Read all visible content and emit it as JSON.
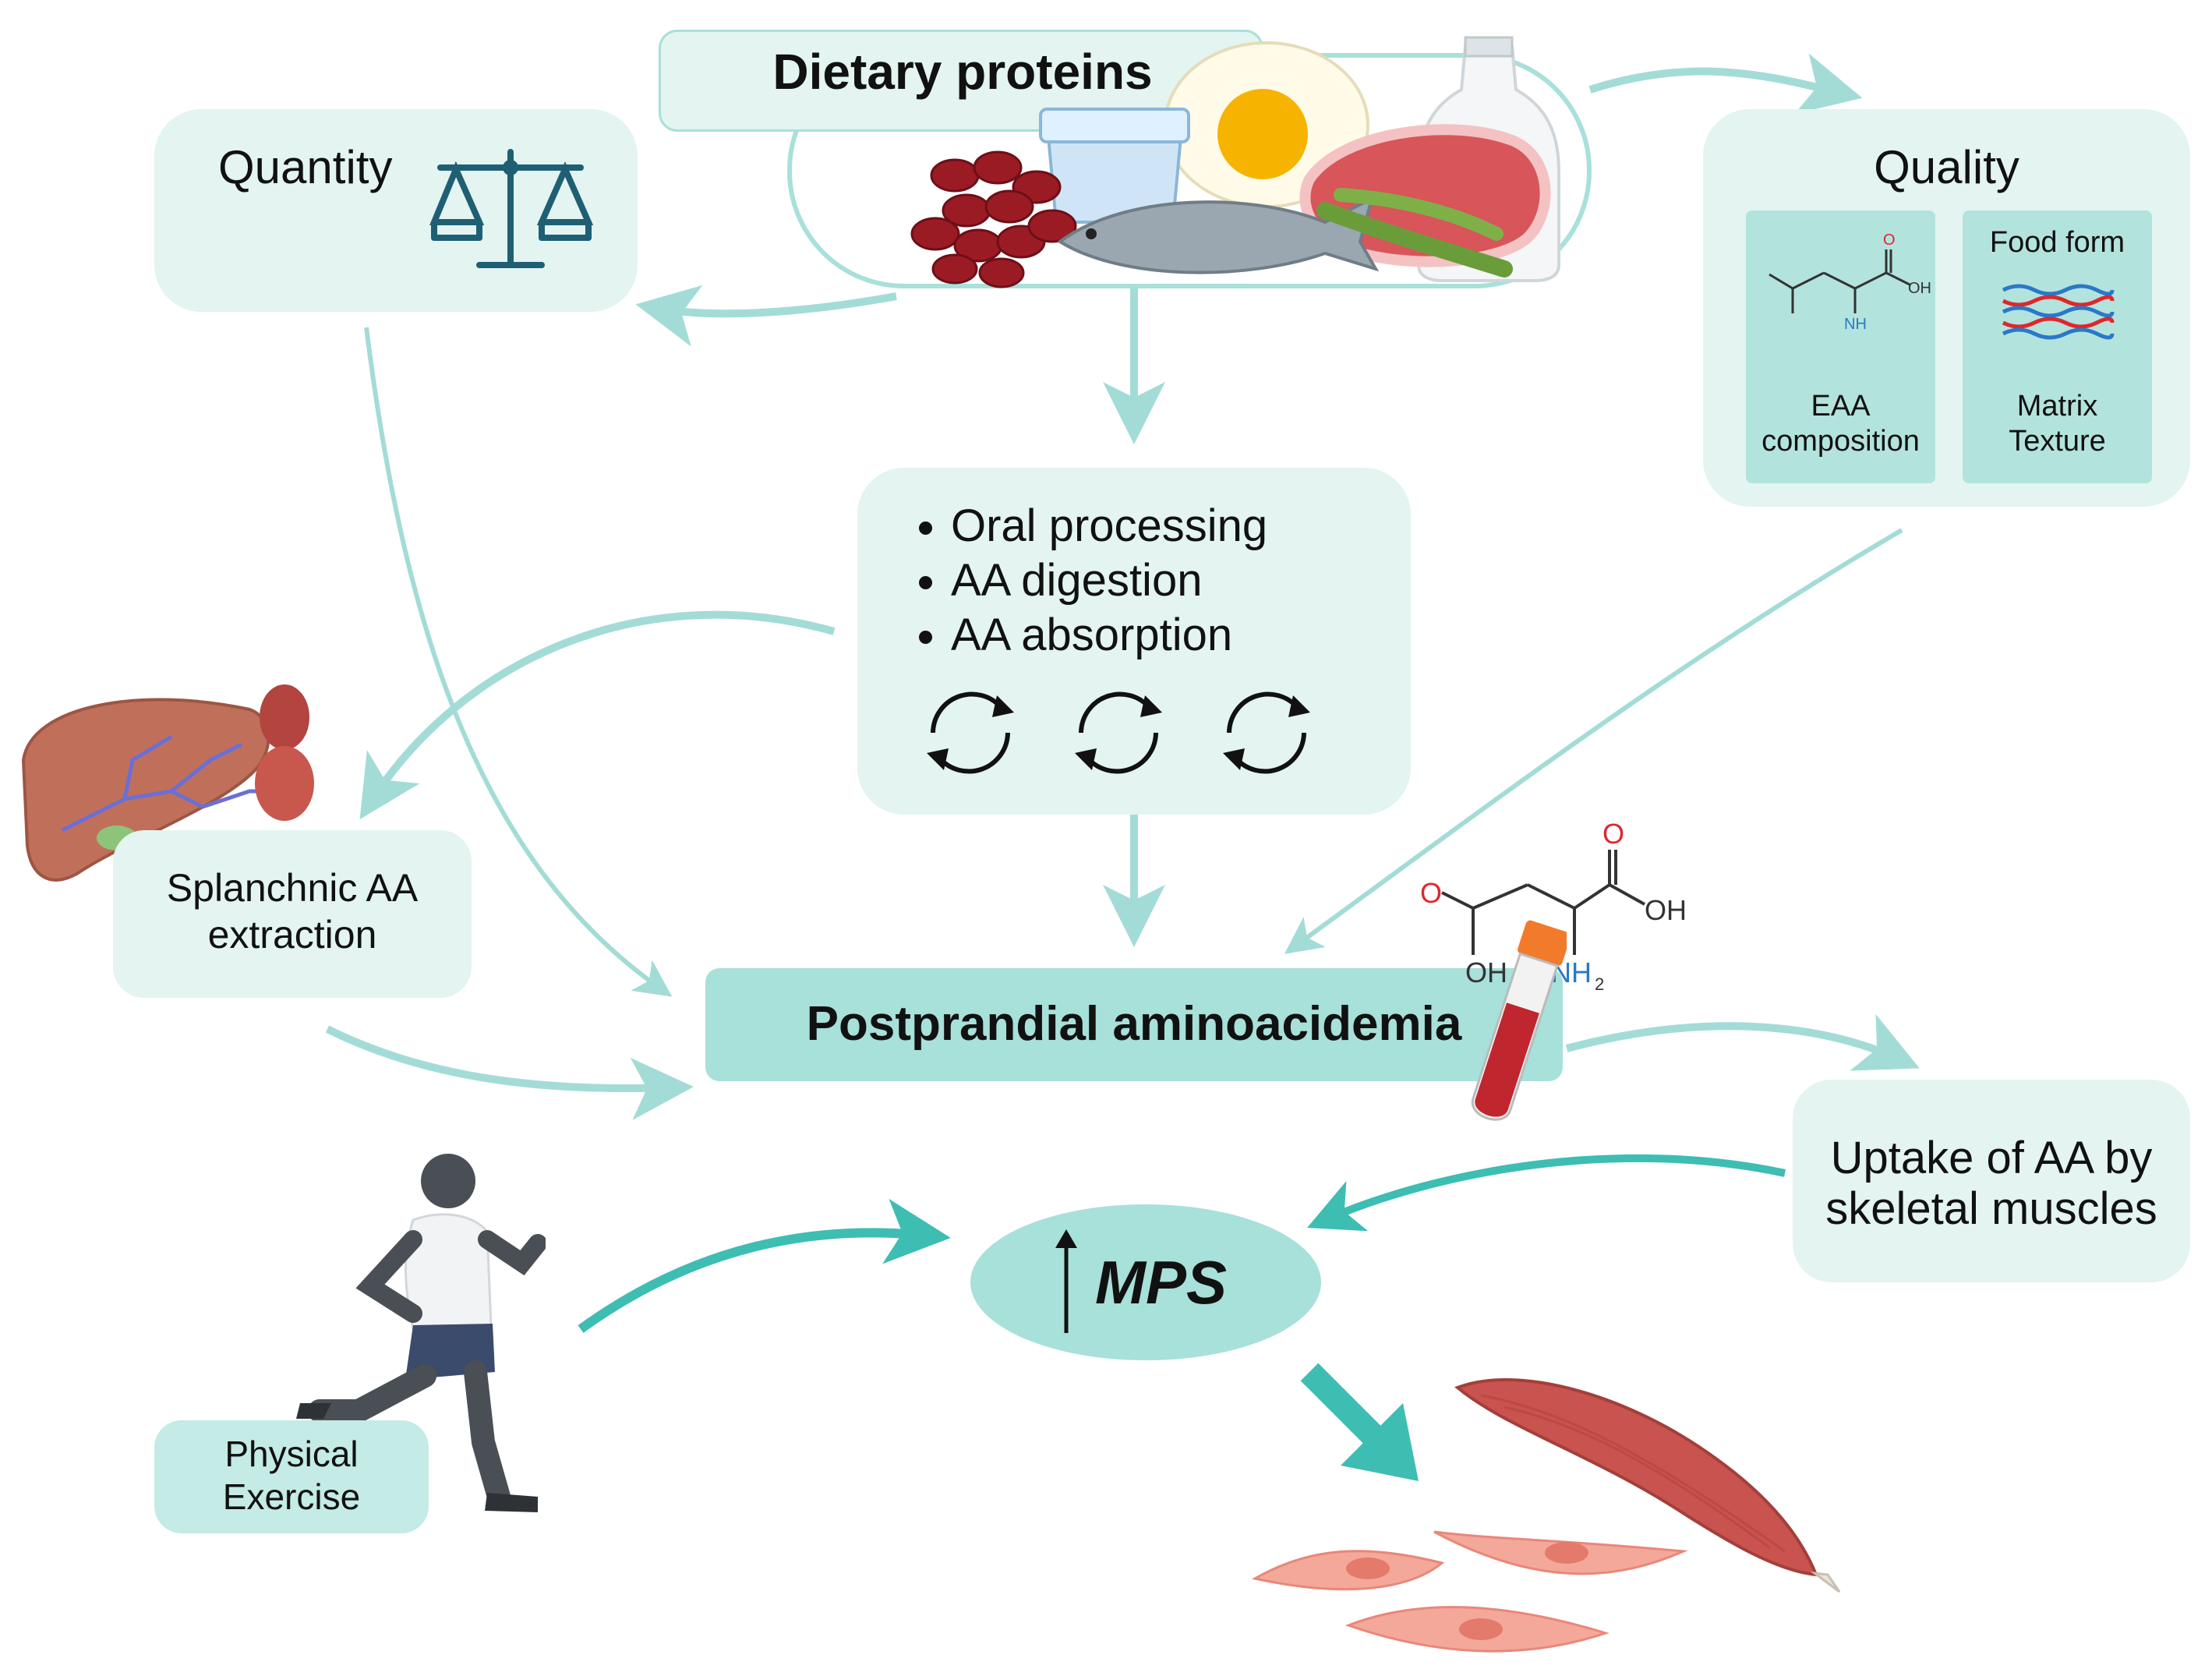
{
  "colors": {
    "box_fill": "#e3f4f1",
    "box_strong_fill": "#a8e0da",
    "inner_box_fill": "#b3e3dd",
    "arrow": "#a3dcd6",
    "arrow_dark": "#3ebdb3",
    "scale_icon": "#1f5f74",
    "muscle": "#c9534e",
    "muscle_cell": "#f4a89a",
    "blood_tube": "#c0262d",
    "tube_cap": "#f27a2b",
    "oxygen_red": "#e0262d",
    "nitrogen_blue": "#2a78c8"
  },
  "diagram": {
    "dietary_proteins": "Dietary proteins",
    "quantity": "Quantity",
    "quality": {
      "title": "Quality",
      "eaa_line1": "EAA",
      "eaa_line2": "composition",
      "food_form": "Food form",
      "matrix_line1": "Matrix",
      "matrix_line2": "Texture"
    },
    "processing_steps": [
      "Oral processing",
      "AA digestion",
      "AA absorption"
    ],
    "splanchnic_line1": "Splanchnic AA",
    "splanchnic_line2": "extraction",
    "postprandial": "Postprandial aminoacidemia",
    "uptake_line1": "Uptake of AA by",
    "uptake_line2": "skeletal muscles",
    "mps": "MPS",
    "exercise_line1": "Physical",
    "exercise_line2": "Exercise",
    "molecule_labels": {
      "o": "O",
      "oh": "OH",
      "nh2": "NH",
      "nh2_sub": "2"
    }
  },
  "icons": [
    "balance-scale-icon",
    "cycle-arrows-icon",
    "leucine-molecule-icon",
    "protein-matrix-icon",
    "aspartate-molecule-icon",
    "blood-tube-icon",
    "liver-kidney-icon",
    "runner-icon",
    "muscle-icon",
    "muscle-cells-icon",
    "food-items-icon"
  ]
}
